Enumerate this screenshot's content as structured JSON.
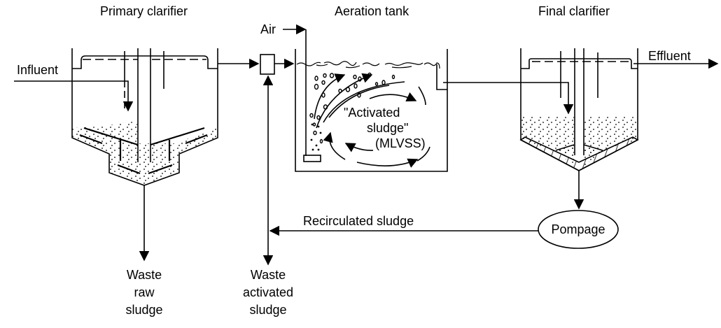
{
  "diagram": {
    "title_primary": "Primary clarifier",
    "title_aeration": "Aeration tank",
    "title_final": "Final clarifier",
    "influent": "Influent",
    "effluent": "Effluent",
    "air": "Air",
    "activated_line1": "\"Activated",
    "activated_line2": "sludge\"",
    "activated_line3": "(MLVSS)",
    "recirculated": "Recirculated sludge",
    "pompage": "Pompage",
    "waste_raw": [
      "Waste",
      "raw",
      "sludge"
    ],
    "waste_activated": [
      "Waste",
      "activated",
      "sludge"
    ]
  },
  "colors": {
    "ink": "#000000",
    "background": "#ffffff"
  }
}
